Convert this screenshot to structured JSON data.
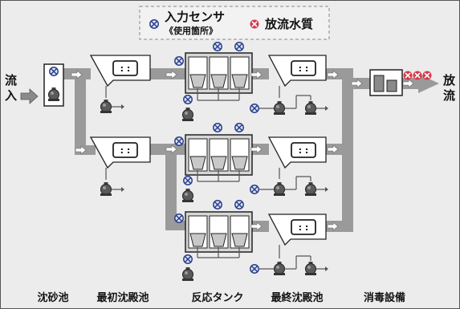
{
  "legend": {
    "sensor_label": "入力センサ",
    "sensor_sub": "《使用箇所》",
    "water_quality_label": "放流水質"
  },
  "inflow_label": [
    "流",
    "入"
  ],
  "outflow_label": [
    "放",
    "流"
  ],
  "process_labels": [
    "沈砂池",
    "最初沈殿池",
    "反応タンク",
    "最終沈殿池",
    "消毒設備"
  ],
  "display_text": ": :",
  "colors": {
    "background": "#ececec",
    "pipe": "#9a9a9a",
    "tank_fill": "#ffffff",
    "stroke": "#333333",
    "sensor_fill": "#dce6f5",
    "sensor_stroke": "#2b3f8c",
    "quality_fill": "#d63a4a",
    "pump": "#555555"
  },
  "icons": [
    "sensor-icon",
    "water-quality-icon",
    "pump-icon",
    "flow-arrow-icon"
  ]
}
